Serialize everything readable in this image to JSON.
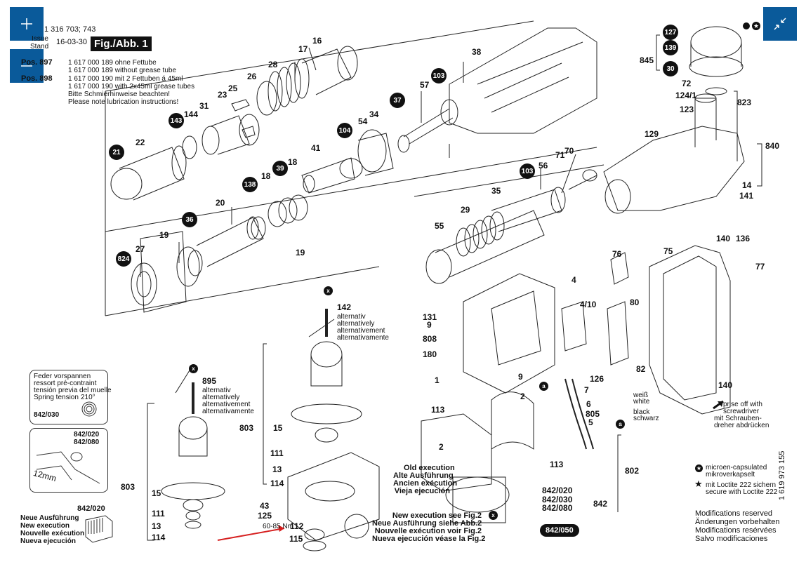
{
  "viewer": {
    "zoom_in_label": "+",
    "zoom_out_label": "—",
    "fit_icon": "collapse-arrows-icon",
    "accent_color": "#0a5a9a"
  },
  "header": {
    "part_no": "1 316 703; 743",
    "issue_label": "Issue",
    "stand_label": "Stand",
    "date": "16-03-30",
    "fig_title": "Fig./Abb. 1",
    "pos897_label": "Pos. 897",
    "pos897_lines": [
      "1 617 000 189 ohne Fettube",
      "1 617 000 189 without grease tube"
    ],
    "pos898_label": "Pos. 898",
    "pos898_lines": [
      "1 617 000 190 mit 2 Fettuben á 45ml",
      "1 617 000 190 with 2x45ml grease tubes"
    ],
    "note_de": "Bitte Schmierhinweise beachten!",
    "note_en": "Please note lubrication instructions!"
  },
  "labels": {
    "p16": "16",
    "p17": "17",
    "p28": "28",
    "p26": "26",
    "p25": "25",
    "p23": "23",
    "p31": "31",
    "p144": "144",
    "p22": "22",
    "p38": "38",
    "p57": "57",
    "p34": "34",
    "p54": "54",
    "p41": "41",
    "p18a": "18",
    "p18b": "18",
    "p20": "20",
    "p19a": "19",
    "p19b": "19",
    "p27": "27",
    "p56": "56",
    "p71": "71",
    "p70": "70",
    "p35": "35",
    "p29": "29",
    "p55": "55",
    "p845": "845",
    "p72": "72",
    "p124_1": "124/1",
    "p123": "123",
    "p823": "823",
    "p129": "129",
    "p840": "840",
    "p14": "14",
    "p141": "141",
    "p140a": "140",
    "p136": "136",
    "p77": "77",
    "p76": "76",
    "p75": "75",
    "p4": "4",
    "p4_10": "4/10",
    "p80": "80",
    "p131": "131",
    "p9a": "9",
    "p808": "808",
    "p180": "180",
    "p1": "1",
    "p9b": "9",
    "p126": "126",
    "p7": "7",
    "p6": "6",
    "p805": "805",
    "p5": "5",
    "p82": "82",
    "p140b": "140",
    "p2a": "2",
    "p2b": "2",
    "p113a": "113",
    "p113b": "113",
    "p802": "802",
    "p842": "842",
    "p842_020": "842/020",
    "p842_030": "842/030",
    "p842_080": "842/080",
    "p142": "142",
    "p895": "895",
    "p803a": "803",
    "p803b": "803",
    "p15a": "15",
    "p15b": "15",
    "p111a": "111",
    "p111b": "111",
    "p13a": "13",
    "p13b": "13",
    "p114a": "114",
    "p114b": "114",
    "p43": "43",
    "p125": "125",
    "p112": "112",
    "p115": "115",
    "torque": "60-85 Nm",
    "p842_020_new": "842/020"
  },
  "badges": {
    "b21": "21",
    "b143": "143",
    "b103a": "103",
    "b37": "37",
    "b104": "104",
    "b39": "39",
    "b138": "138",
    "b36": "36",
    "b824": "824",
    "b103b": "103",
    "b127": "127",
    "b139": "139",
    "b30": "30",
    "bx": "x",
    "ba": "a",
    "b842_050": "842/050"
  },
  "alternatives": [
    "alternativ",
    "alternatively",
    "alternativement",
    "alternativamente"
  ],
  "wire_colors": {
    "white": [
      "weiß",
      "white"
    ],
    "black": [
      "black",
      "schwarz"
    ]
  },
  "prise_note": [
    "prise off with",
    "screwdriver",
    "mit Schrauben-",
    "dreher abdrücken"
  ],
  "spring_callout": {
    "lines": [
      "Feder vorspannen",
      "ressort pré-contraint",
      "tensión previa del muelle",
      "Spring tension"
    ],
    "angle": "210°",
    "part": "842/030"
  },
  "brush_callout": {
    "parts": [
      "842/020",
      "842/080"
    ],
    "dimension": "12mm"
  },
  "new_execution": [
    "Neue Ausführung",
    "New execution",
    "Nouvelle exécution",
    "Nueva ejecución"
  ],
  "old_execution": [
    "Old execution",
    "Alte Ausführung",
    "Ancien exécution",
    "Vieja ejecución"
  ],
  "new_exec_see_fig": [
    "New execution see Fig.2",
    "Neue Ausführung siehe Abb.2",
    "Nouvelle exécution voir Fig.2",
    "Nueva ejecución véase la Fig.2"
  ],
  "legend": {
    "microencap": [
      "microen-capsulated",
      "mikroverkapselt"
    ],
    "loctite": [
      "mit Loctite 222 sichern",
      "secure with Loctite 222"
    ]
  },
  "doc_number": "1 619 973 155",
  "modifications": [
    "Modifications reserved",
    "Änderungen vorbehalten",
    "Modifications resérvées",
    "Salvo modificaciones"
  ]
}
